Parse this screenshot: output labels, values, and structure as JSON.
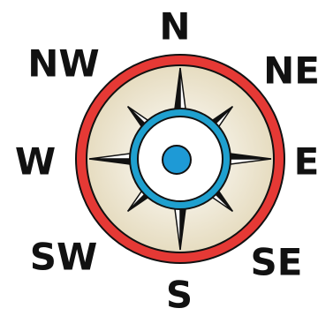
{
  "compass": {
    "labels": {
      "n": "N",
      "ne": "NE",
      "e": "E",
      "se": "SE",
      "s": "S",
      "sw": "SW",
      "w": "W",
      "nw": "NW"
    },
    "colors": {
      "outer_ring": "#e53935",
      "face": "#f2ecd9",
      "inner_ring": "#1fa0cf",
      "center_dot": "#1e9ad6",
      "star_dark": "#111111",
      "star_light": "#ffffff"
    }
  }
}
